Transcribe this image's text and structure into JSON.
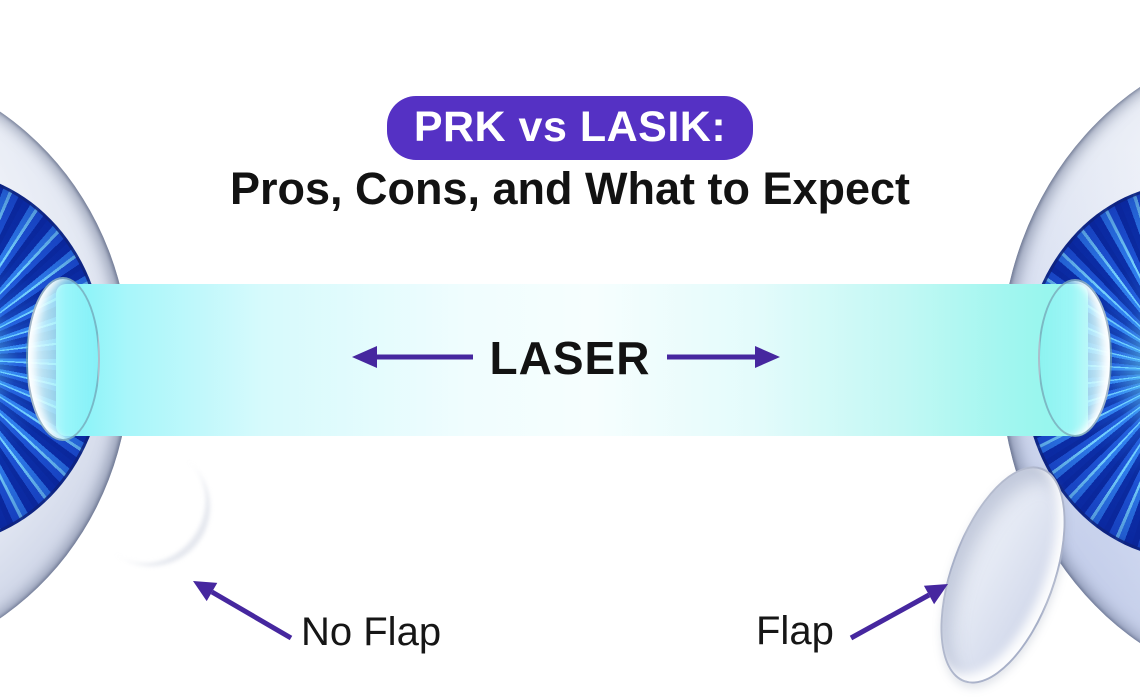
{
  "header": {
    "badge_title": "PRK vs LASIK:",
    "subtitle": "Pros, Cons, and What to Expect"
  },
  "diagram": {
    "laser_label": "LASER",
    "no_flap_label": "No Flap",
    "flap_label": "Flap"
  },
  "icons": {
    "laser_left_arrow": "arrow-left",
    "laser_right_arrow": "arrow-right",
    "no_flap_pointer": "arrow-up-left",
    "flap_pointer": "arrow-up-right"
  },
  "colors": {
    "badge_bg": "#5531C4",
    "badge_text": "#FFFFFF",
    "heading_text": "#121212",
    "arrow": "#46279F",
    "beam_start": "#7DF2F8",
    "beam_end": "#8FF5EC",
    "iris_blue": "#2E7DEC",
    "background": "#FFFFFF"
  }
}
